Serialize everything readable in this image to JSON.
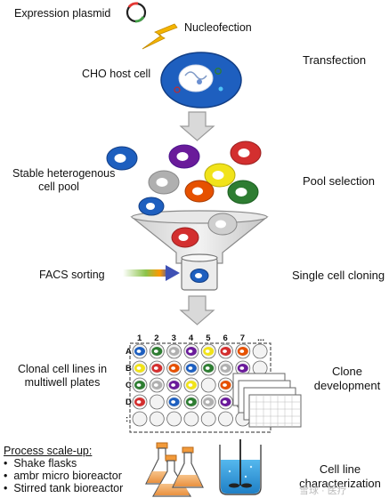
{
  "labels": {
    "expression_plasmid": "Expression plasmid",
    "nucleofection": "Nucleofection",
    "cho_host_cell": "CHO host cell",
    "stable_pool_line1": "Stable heterogenous",
    "stable_pool_line2": "cell pool",
    "facs_sorting": "FACS sorting",
    "clonal_line1": "Clonal cell lines in",
    "clonal_line2": "multiwell plates"
  },
  "steps": {
    "transfection": "Transfection",
    "pool_selection": "Pool selection",
    "single_cell_cloning": "Single cell cloning",
    "clone_development_1": "Clone",
    "clone_development_2": "development",
    "cell_line_1": "Cell line",
    "cell_line_2": "characterization"
  },
  "plate": {
    "columns": [
      "1",
      "2",
      "3",
      "4",
      "5",
      "6",
      "7",
      "..."
    ],
    "rows": [
      "A",
      "B",
      "C",
      "D",
      ":"
    ]
  },
  "scale_up": {
    "title": "Process scale-up:",
    "items": [
      "Shake flasks",
      "ambr micro bioreactor",
      "Stirred tank bioreactor"
    ]
  },
  "watermark": "雪球 · 医疗"
}
